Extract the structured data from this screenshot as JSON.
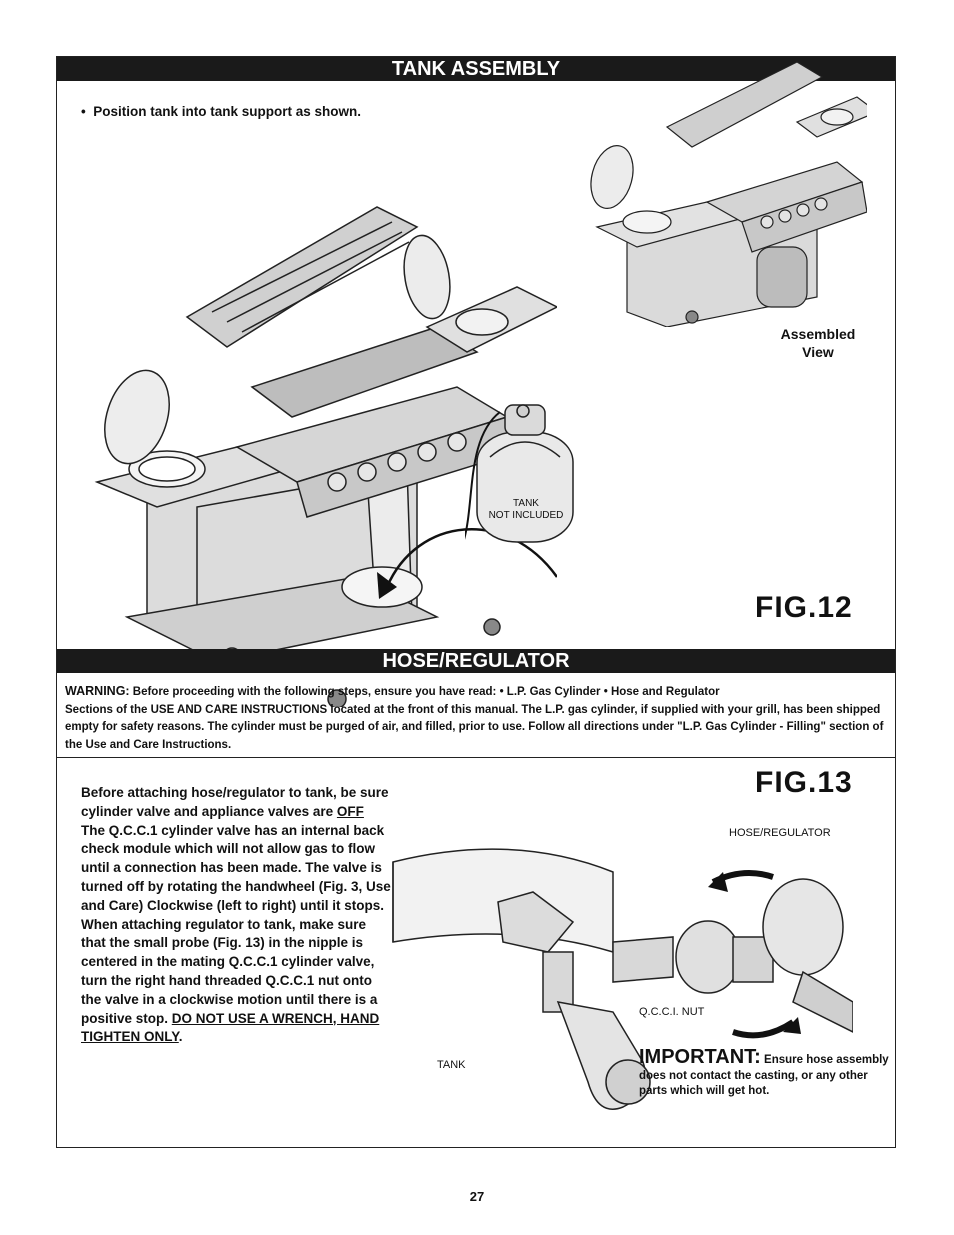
{
  "tank_assembly": {
    "header": "TANK ASSEMBLY",
    "bullet": "Position tank into tank support as shown.",
    "assembled_view_line1": "Assembled",
    "assembled_view_line2": "View",
    "tank_label_line1": "TANK",
    "tank_label_line2": "NOT INCLUDED",
    "figure": "FIG.12"
  },
  "hose_regulator": {
    "header": "HOSE/REGULATOR",
    "warning_label": "WARNING:",
    "warning_line1": "Before proceeding with the following steps, ensure you have read:  • L.P. Gas Cylinder  • Hose and Regulator",
    "warning_rest": "Sections of the USE AND CARE INSTRUCTIONS located at the front of this manual. The L.P. gas cylinder, if supplied with your grill, has been shipped empty for safety reasons. The cylinder must be purged of air, and filled, prior to use. Follow all directions under \"L.P. Gas Cylinder - Filling\" section of the Use and Care Instructions.",
    "figure": "FIG.13",
    "instr_intro": "Before attaching hose/regulator to tank, be sure cylinder valve and appliance valves are ",
    "instr_off": "OFF",
    "instr_body": "The Q.C.C.1 cylinder valve has an internal back check module which will not allow gas to flow until a connection has been made. The valve is turned off by rotating the handwheel (Fig. 3, Use and Care) Clockwise (left to right) until it stops. When attaching regulator to tank, make sure that the small probe (Fig. 13) in the nipple is centered in the mating Q.C.C.1 cylinder valve, turn the right hand threaded Q.C.C.1 nut onto the valve in a clockwise motion until there is a positive stop. ",
    "instr_warning": "DO NOT USE A WRENCH, HAND TIGHTEN ONLY",
    "instr_end": ".",
    "label_hose": "HOSE/REGULATOR",
    "label_nut": "Q.C.C.I. NUT",
    "label_tank": "TANK",
    "important_title": "IMPORTANT:",
    "important_text": " Ensure hose assembly does not contact the casting, or any other parts which will get hot."
  },
  "page_number": "27"
}
